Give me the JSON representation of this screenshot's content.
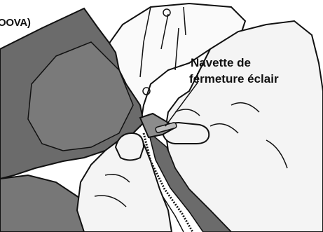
{
  "labels": {
    "corner_fragment": "OOVA)",
    "callout_line1": "Navette de",
    "callout_line2": "fermeture éclair"
  },
  "illustration": {
    "subject": "hands pulling a zipper slider on a garment",
    "style": "grayscale line illustration",
    "colors": {
      "garment_dark": "#6b6b6b",
      "garment_mid": "#8c8c8c",
      "skin": "#f2f2f2",
      "outline": "#111111",
      "background": "#ffffff"
    }
  }
}
